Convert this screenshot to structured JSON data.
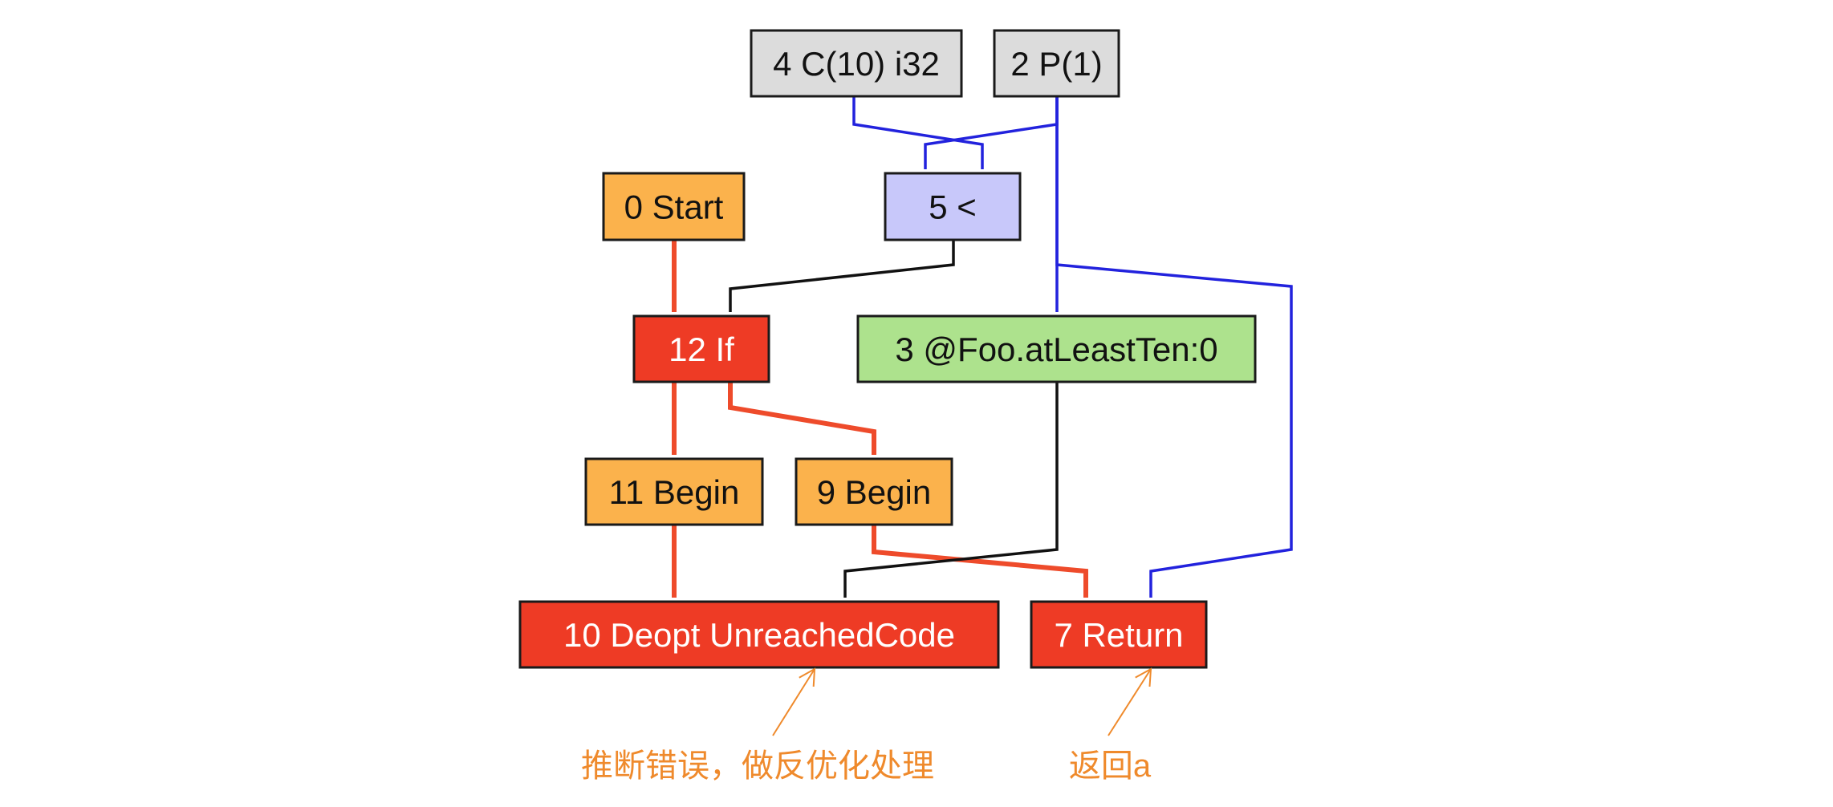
{
  "nodes": [
    {
      "id": "n4",
      "label": "4 C(10) i32",
      "kind": "constant"
    },
    {
      "id": "n2",
      "label": "2 P(1)",
      "kind": "parameter"
    },
    {
      "id": "n0",
      "label": "0 Start",
      "kind": "control"
    },
    {
      "id": "n5",
      "label": "5 <",
      "kind": "compare"
    },
    {
      "id": "n12",
      "label": "12 If",
      "kind": "branch"
    },
    {
      "id": "n3",
      "label": "3 @Foo.atLeastTen:0",
      "kind": "state"
    },
    {
      "id": "n11",
      "label": "11 Begin",
      "kind": "control"
    },
    {
      "id": "n9",
      "label": "9 Begin",
      "kind": "control"
    },
    {
      "id": "n10",
      "label": "10 Deopt UnreachedCode",
      "kind": "branch"
    },
    {
      "id": "n7",
      "label": "7 Return",
      "kind": "branch"
    }
  ],
  "edges": [
    {
      "from": "n4",
      "to": "n5",
      "type": "value"
    },
    {
      "from": "n2",
      "to": "n5",
      "type": "value"
    },
    {
      "from": "n2",
      "to": "n3",
      "type": "value"
    },
    {
      "from": "n2",
      "to": "n7",
      "type": "value"
    },
    {
      "from": "n0",
      "to": "n12",
      "type": "control"
    },
    {
      "from": "n5",
      "to": "n12",
      "type": "effect"
    },
    {
      "from": "n12",
      "to": "n11",
      "type": "control"
    },
    {
      "from": "n12",
      "to": "n9",
      "type": "control"
    },
    {
      "from": "n11",
      "to": "n10",
      "type": "control"
    },
    {
      "from": "n9",
      "to": "n7",
      "type": "control"
    },
    {
      "from": "n3",
      "to": "n10",
      "type": "effect"
    }
  ],
  "annotations": [
    {
      "id": "deopt-note",
      "target": "n10",
      "text": "推断错误，做反优化处理"
    },
    {
      "id": "return-note",
      "target": "n7",
      "text": "返回a"
    }
  ],
  "colors": {
    "constant": "#dcdcdc",
    "parameter": "#dcdcdc",
    "control": "#fbb24c",
    "compare": "#c8c8fa",
    "branch": "#ee3b25",
    "state": "#ade28d",
    "border": "#1a1a1a",
    "edge_value": "#2222dd",
    "edge_control": "#ee4b2b",
    "edge_effect": "#111111",
    "annotation": "#ef8a2c"
  }
}
